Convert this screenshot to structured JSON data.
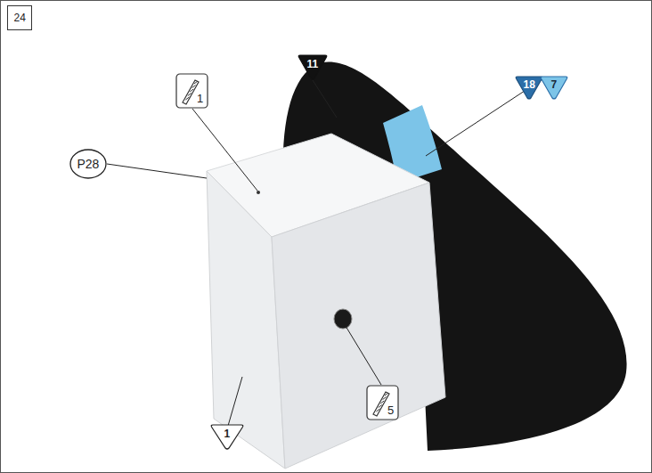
{
  "diagram": {
    "nodes": [
      {
        "text": [
          "24"
        ]
      },
      {
        "text": [
          "P28"
        ]
      },
      {
        "text": [
          "1"
        ]
      },
      {
        "text": [
          "11"
        ]
      },
      {
        "text": [
          "18"
        ]
      },
      {
        "text": [
          "7"
        ]
      },
      {
        "text": [
          "1"
        ]
      },
      {
        "text": [
          "5"
        ]
      }
    ]
  }
}
